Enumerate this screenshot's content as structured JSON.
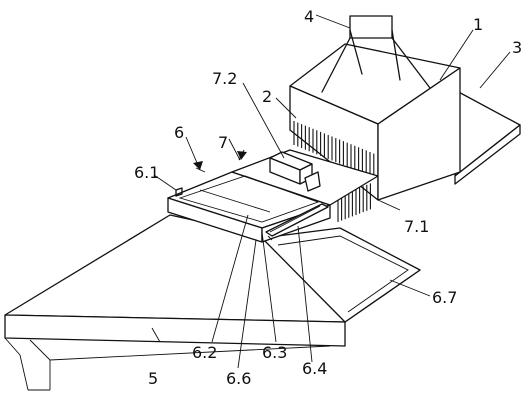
{
  "labels": {
    "n1": "1",
    "n2": "2",
    "n3": "3",
    "n4": "4",
    "n5": "5",
    "n6": "6",
    "n6_1": "6.1",
    "n6_2": "6.2",
    "n6_3": "6.3",
    "n6_4": "6.4",
    "n6_6": "6.6",
    "n6_7": "6.7",
    "n7": "7",
    "n7_1": "7.1",
    "n7_2": "7.2"
  }
}
